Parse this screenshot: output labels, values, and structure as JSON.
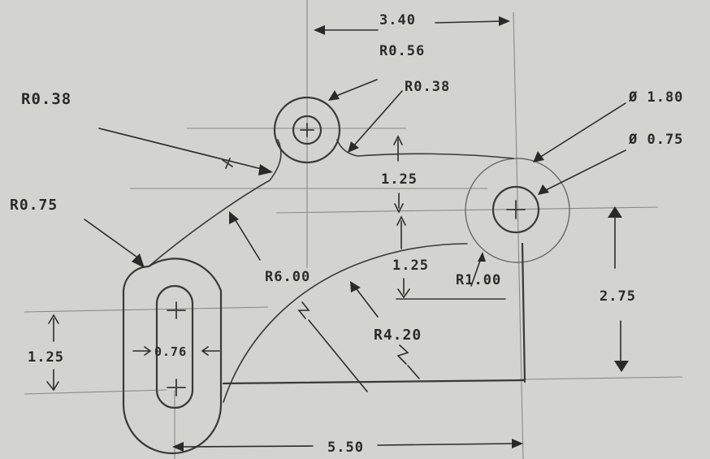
{
  "labels": {
    "top_width": "3.40",
    "r_small_hub": "R0.56",
    "r_fillet_right": "R0.38",
    "r_fillet_left": "R0.38",
    "d_outer_boss": "Ø 1.80",
    "d_inner_boss": "Ø 0.75",
    "r_slot_end": "R0.75",
    "r_large_arc": "R6.00",
    "r_mid_arc": "R4.20",
    "r_small_arc": "R1.00",
    "gap_upper": "1.25",
    "gap_lower": "1.25",
    "slot_length": "1.25",
    "slot_width": "0.76",
    "right_height": "2.75",
    "bottom_width": "5.50"
  },
  "colors": {
    "paper": "#d3d3cf",
    "pencil_dark": "#2b2b2a",
    "pencil_light": "#8a8a86"
  }
}
